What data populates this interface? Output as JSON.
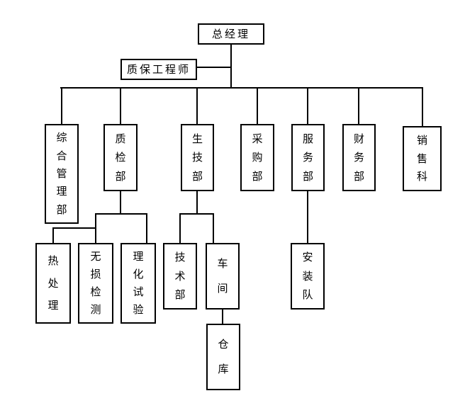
{
  "diagram": {
    "type": "org-tree",
    "background": "#ffffff",
    "line_color": "#000000",
    "nodes": {
      "general_manager": {
        "label": "总经理",
        "children": [
          "qa_engineer",
          "general_admin_dept",
          "quality_inspection_dept",
          "production_tech_dept",
          "purchasing_dept",
          "service_dept",
          "finance_dept",
          "sales_section"
        ]
      },
      "qa_engineer": {
        "label": "质保工程师",
        "children": []
      },
      "general_admin_dept": {
        "label": "综合管理部",
        "children": []
      },
      "quality_inspection_dept": {
        "label": "质检部",
        "children": [
          "heat_treatment",
          "ndt",
          "physchem_test"
        ]
      },
      "production_tech_dept": {
        "label": "生技部",
        "children": [
          "technical_dept",
          "workshop"
        ]
      },
      "purchasing_dept": {
        "label": "采购部",
        "children": []
      },
      "service_dept": {
        "label": "服务部",
        "children": [
          "installation_team"
        ]
      },
      "finance_dept": {
        "label": "财务部",
        "children": []
      },
      "sales_section": {
        "label": "销售科",
        "children": []
      },
      "heat_treatment": {
        "label": "热处理",
        "children": []
      },
      "ndt": {
        "label": "无损检测",
        "children": []
      },
      "physchem_test": {
        "label": "理化试验",
        "children": []
      },
      "technical_dept": {
        "label": "技术部",
        "children": []
      },
      "workshop": {
        "label": "车间",
        "children": [
          "warehouse"
        ]
      },
      "installation_team": {
        "label": "安装队",
        "children": []
      },
      "warehouse": {
        "label": "仓库",
        "children": []
      }
    }
  }
}
